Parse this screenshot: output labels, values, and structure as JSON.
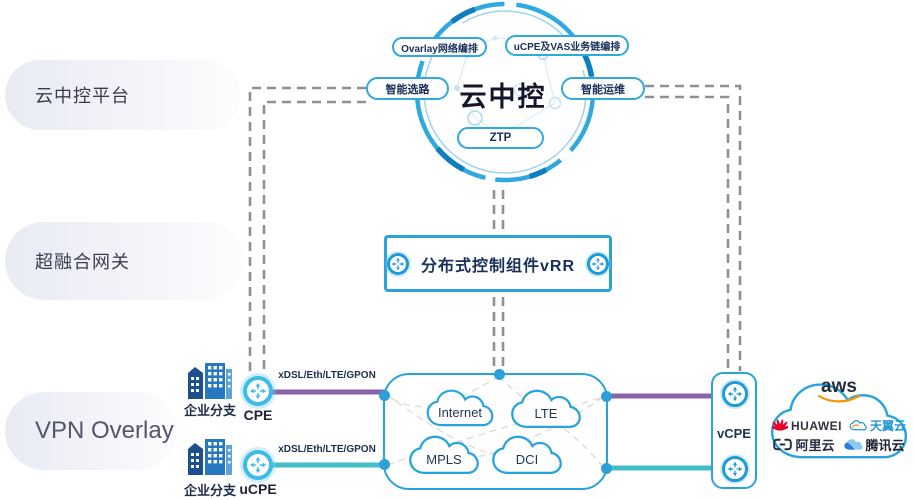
{
  "left_labels": {
    "cloud_platform": "云中控平台",
    "gateway": "超融合网关",
    "vpn_overlay": "VPN Overlay"
  },
  "control_circle": {
    "title": "云中控",
    "pills": {
      "overlay_orchestration": "Ovarlay网络编排",
      "ucpe_vas": "uCPE及VAS业务链编排",
      "smart_routing": "智能选路",
      "smart_ops": "智能运维",
      "ztp": "ZTP"
    }
  },
  "vrr_box": {
    "label": "分布式控制组件vRR"
  },
  "underlay": {
    "clouds": [
      "Internet",
      "LTE",
      "MPLS",
      "DCI"
    ]
  },
  "branches": [
    {
      "site": "企业分支",
      "device": "CPE",
      "link": "xDSL/Eth/LTE/GPON"
    },
    {
      "site": "企业分支",
      "device": "uCPE",
      "link": "xDSL/Eth/LTE/GPON"
    }
  ],
  "vcpe": {
    "label": "vCPE"
  },
  "public_cloud": {
    "aws": "aws",
    "huawei": "HUAWEI",
    "ctyun": "天翼云",
    "aliyun": "阿里云",
    "tencent": "腾讯云"
  },
  "colors": {
    "accent_blue": "#29a3dc",
    "dark_arc_blue": "#0f7ec0",
    "purple_link": "#8a62a8",
    "teal_link": "#41bec8",
    "dash_gray": "#8e9096",
    "huawei_red": "#e4002b",
    "aws_orange": "#f79400",
    "ctyun_blue": "#2196d3",
    "tencent_blue": "#2b7fd4",
    "text_navy": "#18305a"
  }
}
